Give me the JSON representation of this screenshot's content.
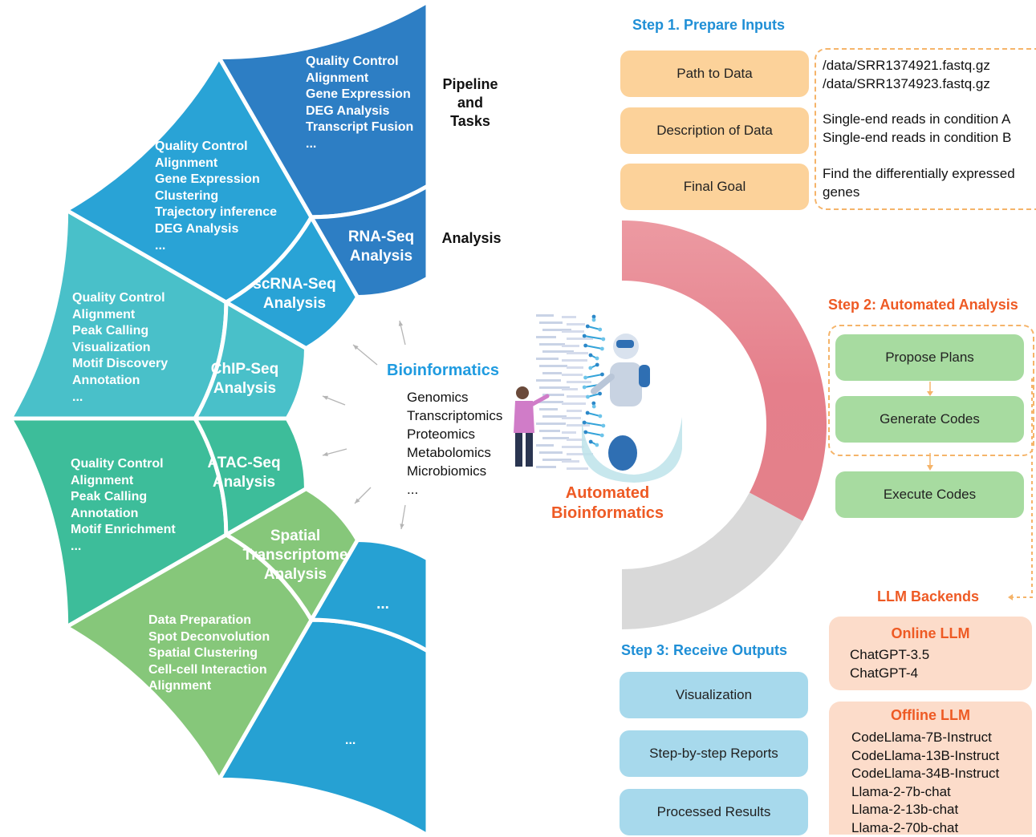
{
  "wheel": {
    "header_pipeline": "Pipeline\nand\nTasks",
    "header_analysis": "Analysis",
    "center_title": "Bioinformatics",
    "center_items": [
      "Genomics",
      "Transcriptomics",
      "Proteomics",
      "Metabolomics",
      "Microbiomics",
      "..."
    ],
    "sectors": [
      {
        "name": "RNA-Seq\nAnalysis",
        "tasks": [
          "Quality Control",
          "Alignment",
          "Gene Expression",
          "DEG Analysis",
          "Transcript Fusion",
          "..."
        ],
        "outer_color": "#26a1d3",
        "inner_color": "#26a1d3"
      },
      {
        "name": "scRNA-Seq\nAnalysis",
        "tasks": [
          "Quality Control",
          "Alignment",
          "Gene Expression",
          "Clustering",
          "Trajectory inference",
          "DEG Analysis",
          "..."
        ],
        "outer_color": "#86c77a",
        "inner_color": "#86c77a"
      },
      {
        "name": "ChIP-Seq\nAnalysis",
        "tasks": [
          "Quality Control",
          "Alignment",
          "Peak Calling",
          "Visualization",
          "Motif Discovery",
          "Annotation",
          "..."
        ],
        "outer_color": "#3dbd9a",
        "inner_color": "#3dbd9a"
      },
      {
        "name": "ATAC-Seq\nAnalysis",
        "tasks": [
          "Quality Control",
          "Alignment",
          "Peak Calling",
          "Annotation",
          "Motif Enrichment",
          "..."
        ],
        "outer_color": "#49c0c9",
        "inner_color": "#49c0c9"
      },
      {
        "name": "Spatial\nTranscriptome\nAnalysis",
        "tasks": [
          "Data Preparation",
          "Spot Deconvolution",
          "Spatial Clustering",
          "Cell-cell Interaction",
          "Alignment",
          "..."
        ],
        "outer_color": "#29a3d6",
        "inner_color": "#29a3d6"
      },
      {
        "name": "...",
        "tasks": [
          "..."
        ],
        "outer_color": "#2d7ec4",
        "inner_color": "#2d7ec4"
      }
    ]
  },
  "automated_label": "Automated\nBioinformatics",
  "step1": {
    "title": "Step 1. Prepare Inputs",
    "inputs": [
      {
        "label": "Path to Data",
        "detail": [
          "/data/SRR1374921.fastq.gz",
          "/data/SRR1374923.fastq.gz"
        ]
      },
      {
        "label": "Description of Data",
        "detail": [
          "Single-end reads in condition A",
          "Single-end reads in condition B"
        ]
      },
      {
        "label": "Final Goal",
        "detail": [
          "Find the differentially expressed",
          "genes"
        ]
      }
    ]
  },
  "step2": {
    "title": "Step 2: Automated Analysis",
    "actions": [
      "Propose Plans",
      "Generate Codes",
      "Execute Codes"
    ]
  },
  "step3": {
    "title": "Step 3: Receive Outputs",
    "outputs": [
      "Visualization",
      "Step-by-step Reports",
      "Processed Results"
    ]
  },
  "llm": {
    "title": "LLM Backends",
    "online": {
      "title": "Online LLM",
      "models": [
        "ChatGPT-3.5",
        "ChatGPT-4"
      ]
    },
    "offline": {
      "title": "Offline LLM",
      "models": [
        "CodeLlama-7B-Instruct",
        "CodeLlama-13B-Instruct",
        "CodeLlama-34B-Instruct",
        "Llama-2-7b-chat",
        "Llama-2-13b-chat",
        "Llama-2-70b-chat"
      ]
    }
  },
  "colors": {
    "step1_title": "#1f8fd6",
    "step2_title": "#ee5a24",
    "step3_title": "#1f8fd6",
    "center_title": "#1f9be0",
    "automated": "#ee5a24",
    "arc_pink": "#e9848f",
    "arc_grey": "#d9d9d9"
  }
}
